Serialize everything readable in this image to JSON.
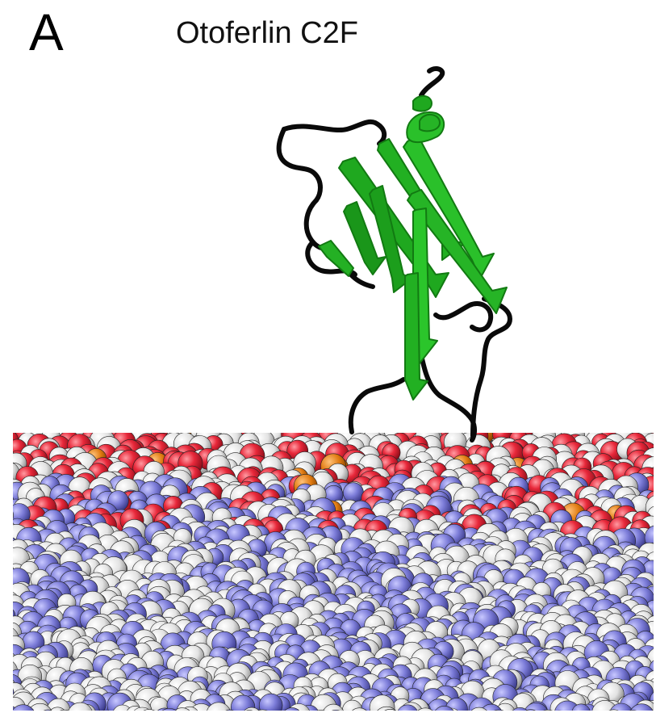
{
  "figure": {
    "panel_label": "A",
    "title": "Otoferlin C2F"
  },
  "colors": {
    "protein_strand": "#22b022",
    "protein_strand_dark": "#127a12",
    "loop": "#0a0a0a",
    "oxygen": "#e8283a",
    "hydrogen": "#e4e4e4",
    "carbon_chain": "#7c7cd8",
    "phosphorus": "#e07a10",
    "background": "#ffffff"
  },
  "icons": {
    "protein": "c2-domain-ribbon",
    "membrane": "lipid-bilayer-spheres"
  }
}
